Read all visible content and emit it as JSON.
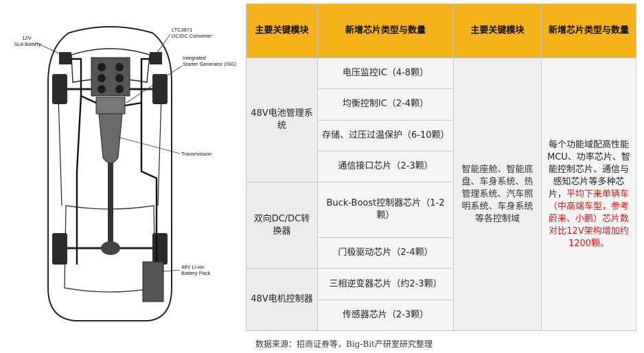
{
  "diagram": {
    "labels": {
      "battery12": [
        "12V",
        "SLA Battery"
      ],
      "converter": [
        "LTC3871",
        "DC/DC Converter"
      ],
      "isg": [
        "Integrated",
        "Starter Generator (ISG)"
      ],
      "transmission": "Transmission",
      "battery48": [
        "48V Li-ion",
        "Battery Pack"
      ]
    }
  },
  "table": {
    "headers": [
      "主要关键模块",
      "新增芯片类型与数量",
      "主要关键模块",
      "新增芯片类型与数量"
    ],
    "groups": [
      {
        "module": "48V电池管理系统",
        "chips": [
          "电压监控IC（4-8颗）",
          "均衡控制IC（2-4颗）",
          "存储、过压过温保护（6-10颗）",
          "通信接口芯片（2-3颗）"
        ]
      },
      {
        "module": "双向DC/DC转换器",
        "chips": [
          "Buck-Boost控制器芯片（1-2颗）",
          "门极驱动芯片（2-4颗）"
        ]
      },
      {
        "module": "48V电机控制器",
        "chips": [
          "三相逆变器芯片（约2-3颗）",
          "传感器芯片（2-3颗）"
        ]
      }
    ],
    "right_module": "智能座舱、智能底盘、车身系统、热管理系统、汽车照明系统、车身系统等各控制域",
    "right_desc_normal": "每个功能域配高性能MCU、功率芯片、智能控制芯片、通信与感知芯片等多种芯片，",
    "right_desc_highlight": "平均下来单辆车（中高端车型，参考蔚来、小鹏）芯片数对比12V架构增加约1200颗。"
  },
  "source": "数据来源：招商证券等，Big-Bit产研室研究整理",
  "colors": {
    "header_bg": "#f6b21a",
    "highlight_text": "#d01818"
  }
}
